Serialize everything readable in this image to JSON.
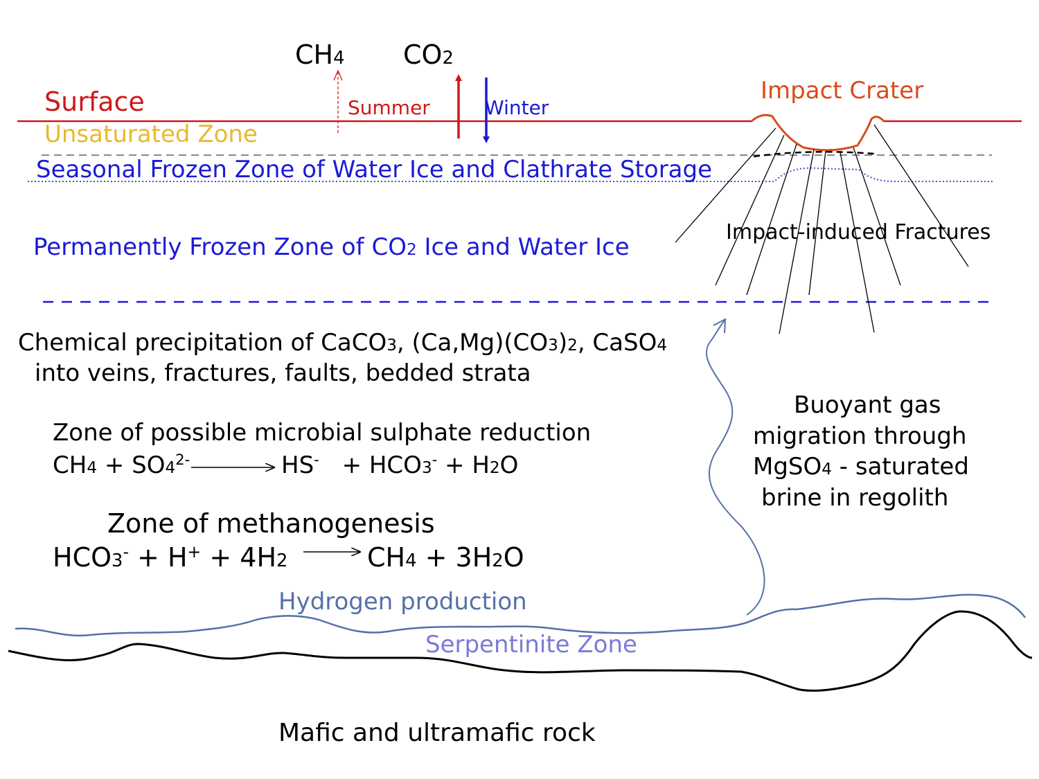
{
  "colors": {
    "surface": "#d01818",
    "unsaturated": "#e8b830",
    "frozen": "#1a1ad8",
    "crater": "#d84c1a",
    "fluid": "#5570a8",
    "serpentinite": "#7a7ad8",
    "black": "#000000"
  },
  "gases": {
    "ch4_base": "CH",
    "ch4_sub": "4",
    "co2_base": "CO",
    "co2_sub": "2"
  },
  "seasons": {
    "summer": "Summer",
    "winter": "Winter"
  },
  "zones": {
    "surface": "Surface",
    "unsaturated": "Unsaturated Zone",
    "seasonal": "Seasonal Frozen Zone of Water Ice and Clathrate Storage",
    "permanent_a": "Permanently Frozen Zone of CO",
    "permanent_sub": "2",
    "permanent_b": " Ice and Water Ice"
  },
  "crater": {
    "label": "Impact Crater",
    "fractures": "Impact-induced Fractures"
  },
  "precipitation": {
    "l1_a": "Chemical precipitation of CaCO",
    "l1_s1": "3",
    "l1_b": ", (Ca,Mg)(CO",
    "l1_s2": "3",
    "l1_c": ")",
    "l1_s3": "2",
    "l1_d": ", CaSO",
    "l1_s4": "4",
    "line2": "into veins, fractures, faults, bedded strata"
  },
  "sulphate": {
    "title": "Zone of possible microbial sulphate reduction",
    "a": "CH",
    "a_sub": "4",
    "b": " + SO",
    "b_sub": "4",
    "b_sup": "2-",
    "c": "HS",
    "c_sup": "-",
    "d": " + HCO",
    "d_sub": "3",
    "d_sup": "-",
    "e": " + H",
    "e_sub": "2",
    "f": "O"
  },
  "methano": {
    "title": "Zone of methanogenesis",
    "a": "HCO",
    "a_sub": "3",
    "a_sup": "-",
    "b": " + H",
    "b_sup": "+",
    "c": " + 4H",
    "c_sub": "2",
    "d": "CH",
    "d_sub": "4",
    "e": " + 3H",
    "e_sub": "2",
    "f": "O"
  },
  "buoyant": {
    "l1": "Buoyant gas",
    "l2": "migration through",
    "l3_a": "MgSO",
    "l3_sub": "4",
    "l3_b": " - saturated",
    "l4": "brine in regolith"
  },
  "hydrogen": "Hydrogen production",
  "serpentinite": "Serpentinite Zone",
  "mafic": "Mafic and ultramafic rock"
}
